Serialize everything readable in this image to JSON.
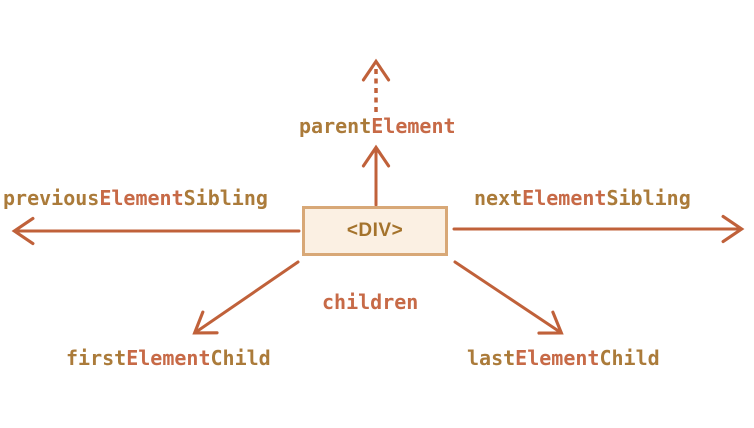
{
  "colors": {
    "background": "#ffffff",
    "arrow": "#c0613a",
    "label_brown": "#ab7b3a",
    "label_orange": "#c76a47",
    "node_fill": "#fbf0e3",
    "node_border": "#d8a877",
    "node_text": "#a4732c"
  },
  "node": {
    "label": "<DIV>"
  },
  "labels": {
    "parent_element": {
      "text": "parentElement",
      "parts": [
        {
          "text": "parent",
          "tone": "brown"
        },
        {
          "text": "Element",
          "tone": "orange"
        }
      ]
    },
    "previous_element_sibling": {
      "text": "previousElementSibling",
      "parts": [
        {
          "text": "previous",
          "tone": "brown"
        },
        {
          "text": "Element",
          "tone": "orange"
        },
        {
          "text": "Sibling",
          "tone": "brown"
        }
      ]
    },
    "next_element_sibling": {
      "text": "nextElementSibling",
      "parts": [
        {
          "text": "next",
          "tone": "brown"
        },
        {
          "text": "Element",
          "tone": "orange"
        },
        {
          "text": "Sibling",
          "tone": "brown"
        }
      ]
    },
    "children": {
      "text": "children",
      "parts": [
        {
          "text": "children",
          "tone": "orange"
        }
      ]
    },
    "first_element_child": {
      "text": "firstElementChild",
      "parts": [
        {
          "text": "first",
          "tone": "brown"
        },
        {
          "text": "Element",
          "tone": "orange"
        },
        {
          "text": "Child",
          "tone": "brown"
        }
      ]
    },
    "last_element_child": {
      "text": "lastElementChild",
      "parts": [
        {
          "text": "last",
          "tone": "brown"
        },
        {
          "text": "Element",
          "tone": "orange"
        },
        {
          "text": "Child",
          "tone": "brown"
        }
      ]
    }
  },
  "arrows": {
    "parent_dashed": "dashed arrow continuing upward from parentElement",
    "parent_solid": "arrow from DIV up to parentElement",
    "previous_sibling": "arrow from DIV pointing left",
    "next_sibling": "arrow from DIV pointing right",
    "first_child": "arrow from DIV down-left to firstElementChild",
    "last_child": "arrow from DIV down-right to lastElementChild"
  }
}
